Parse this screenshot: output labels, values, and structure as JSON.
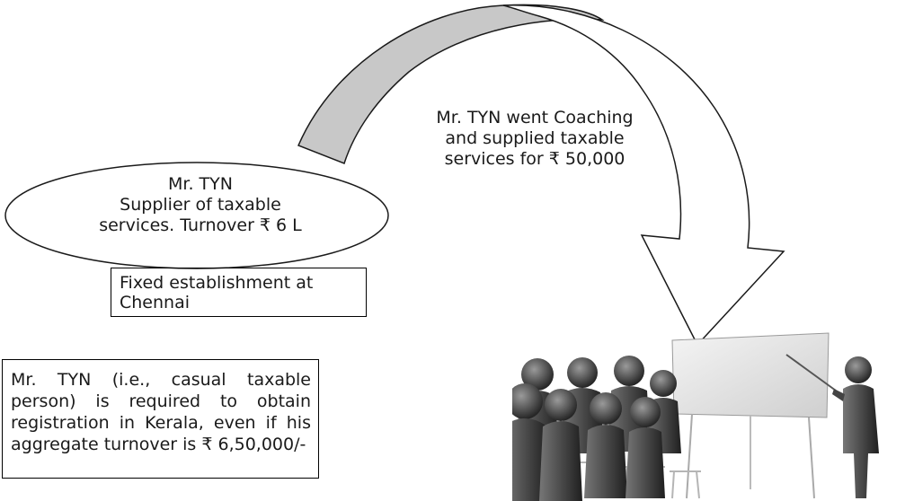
{
  "supplier": {
    "name": "Mr. TYN",
    "role": "Supplier of taxable",
    "turnover": "services. Turnover ₹ 6 L"
  },
  "arrow_label": {
    "line1": "Mr. TYN went Coaching",
    "line2": "and supplied taxable",
    "line3": "services for ₹ 50,000"
  },
  "fixed_establishment": "Fixed establishment at Chennai",
  "note": "Mr. TYN (i.e., casual taxable person) is required to obtain registration in Kerala, even if his aggregate turnover is ₹ 6,50,000/-",
  "colors": {
    "arrow_fill_left": "#c8c8c8",
    "arrow_fill_right": "#ffffff",
    "outline": "#1a1a1a"
  },
  "illustration": "classroom-icon"
}
